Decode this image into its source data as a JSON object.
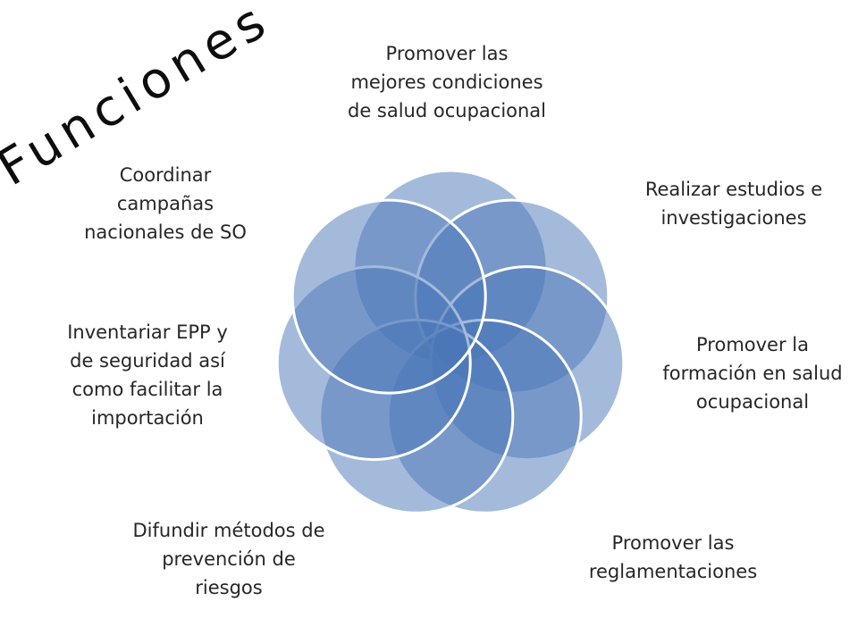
{
  "title": "Funciones",
  "colors": {
    "circle_fill": "#4a76b8",
    "circle_stroke": "#ffffff"
  },
  "labels": [
    {
      "id": "top",
      "text": "Promover las\nmejores condiciones\nde salud ocupacional"
    },
    {
      "id": "upper-right",
      "text": "Realizar estudios e\ninvestigaciones"
    },
    {
      "id": "right",
      "text": "Promover la\nformación en salud\nocupacional"
    },
    {
      "id": "lower-right",
      "text": "Promover las\nreglamentaciones"
    },
    {
      "id": "lower-left",
      "text": "Difundir métodos de\nprevención de\nriesgos"
    },
    {
      "id": "left",
      "text": "Inventariar EPP y\nde seguridad así\ncomo facilitar la\nimportación"
    },
    {
      "id": "upper-left",
      "text": "Coordinar\ncampañas\nnacionales de SO"
    }
  ]
}
